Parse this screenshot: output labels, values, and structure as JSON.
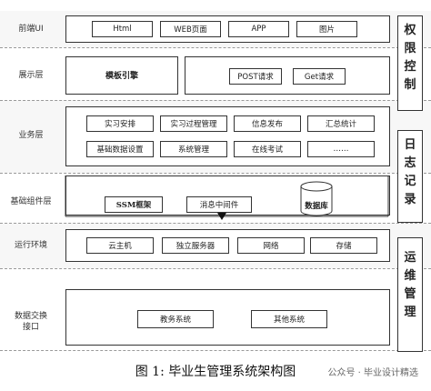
{
  "layers": {
    "frontend": {
      "label": "前端UI",
      "items": [
        "Html",
        "WEB页面",
        "APP",
        "图片"
      ]
    },
    "presentation": {
      "label": "展示层",
      "template_engine": "模板引擎",
      "requests": [
        "POST请求",
        "Get请求"
      ]
    },
    "business": {
      "label": "业务层",
      "row1": [
        "实习安排",
        "实习过程管理",
        "信息发布",
        "汇总统计"
      ],
      "row2": [
        "基础数据设置",
        "系统管理",
        "在线考试",
        "……"
      ]
    },
    "infrastructure": {
      "label": "基础组件层",
      "framework": "SSM框架",
      "middleware": "消息中间件",
      "database": "数据库"
    },
    "runtime": {
      "label": "运行环境",
      "items": [
        "云主机",
        "独立服务器",
        "网络",
        "存储"
      ]
    },
    "data_exchange": {
      "label": "数据交换\n接口",
      "label_line1": "数据交换",
      "label_line2": "接口",
      "items": [
        "教务系统",
        "其他系统"
      ]
    }
  },
  "side_panels": {
    "access_control": [
      "权",
      "限",
      "控",
      "制"
    ],
    "log_records": [
      "日",
      "志",
      "记",
      "录"
    ],
    "operations": [
      "运",
      "维",
      "管",
      "理"
    ]
  },
  "caption": "图 1:  毕业生管理系统架构图",
  "watermark": "公众号 · 毕业设计精选"
}
